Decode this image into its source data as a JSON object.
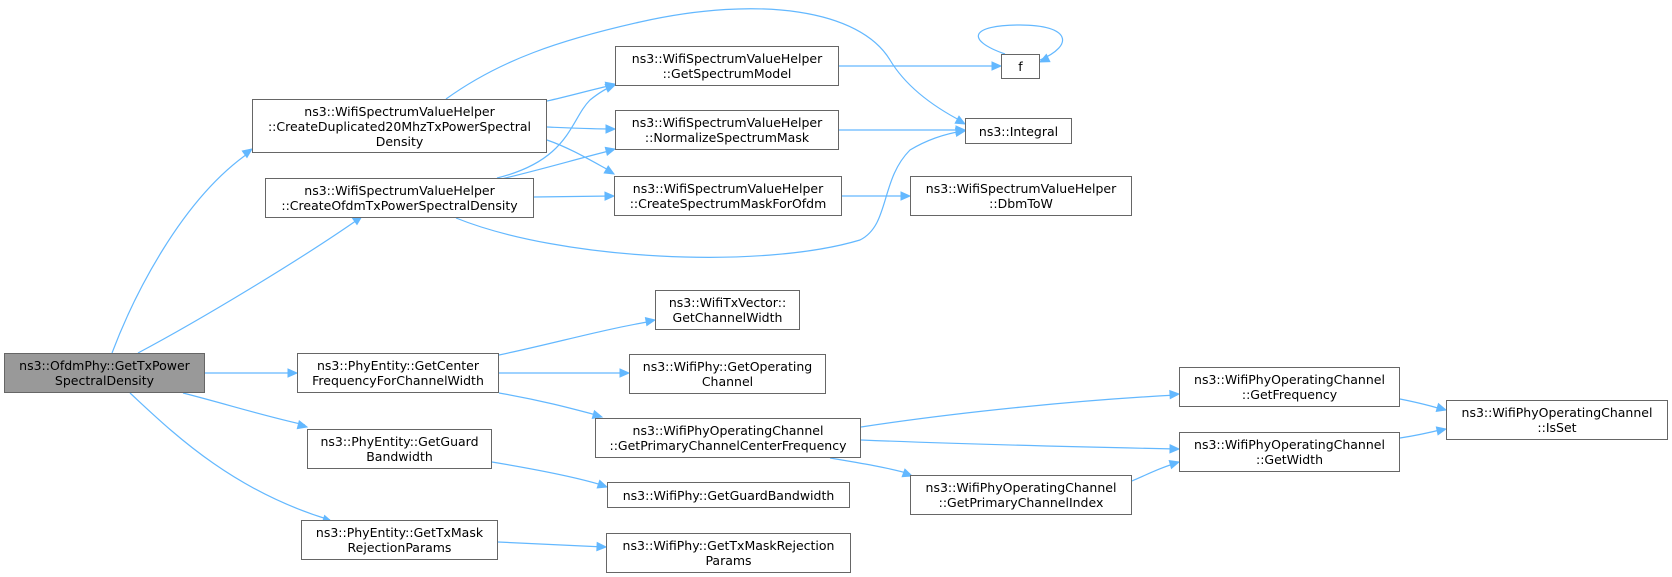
{
  "nodes": {
    "root": [
      "ns3::OfdmPhy::GetTxPower",
      "SpectralDensity"
    ],
    "create_dup": [
      "ns3::WifiSpectrumValueHelper",
      "::CreateDuplicated20MhzTxPowerSpectral",
      "Density"
    ],
    "create_ofdm": [
      "ns3::WifiSpectrumValueHelper",
      "::CreateOfdmTxPowerSpectralDensity"
    ],
    "get_center": [
      "ns3::PhyEntity::GetCenter",
      "FrequencyForChannelWidth"
    ],
    "get_guard": [
      "ns3::PhyEntity::GetGuard",
      "Bandwidth"
    ],
    "get_txmask": [
      "ns3::PhyEntity::GetTxMask",
      "RejectionParams"
    ],
    "get_spectrum_model": [
      "ns3::WifiSpectrumValueHelper",
      "::GetSpectrumModel"
    ],
    "normalize_mask": [
      "ns3::WifiSpectrumValueHelper",
      "::NormalizeSpectrumMask"
    ],
    "create_mask": [
      "ns3::WifiSpectrumValueHelper",
      "::CreateSpectrumMaskForOfdm"
    ],
    "txvector_width": [
      "ns3::WifiTxVector::",
      "GetChannelWidth"
    ],
    "phy_operating": [
      "ns3::WifiPhy::GetOperating",
      "Channel"
    ],
    "primary_center": [
      "ns3::WifiPhyOperatingChannel",
      "::GetPrimaryChannelCenterFrequency"
    ],
    "phy_guard": [
      "ns3::WifiPhy::GetGuardBandwidth"
    ],
    "phy_txmask": [
      "ns3::WifiPhy::GetTxMaskRejection",
      "Params"
    ],
    "f": [
      "f"
    ],
    "integral": [
      "ns3::Integral"
    ],
    "dbmtow": [
      "ns3::WifiSpectrumValueHelper",
      "::DbmToW"
    ],
    "get_frequency": [
      "ns3::WifiPhyOperatingChannel",
      "::GetFrequency"
    ],
    "get_width": [
      "ns3::WifiPhyOperatingChannel",
      "::GetWidth"
    ],
    "primary_index": [
      "ns3::WifiPhyOperatingChannel",
      "::GetPrimaryChannelIndex"
    ],
    "is_set": [
      "ns3::WifiPhyOperatingChannel",
      "::IsSet"
    ]
  },
  "colors": {
    "edge": "#63b8ff",
    "node_border": "#666666",
    "root_fill": "#999999",
    "node_fill": "#ffffff"
  }
}
